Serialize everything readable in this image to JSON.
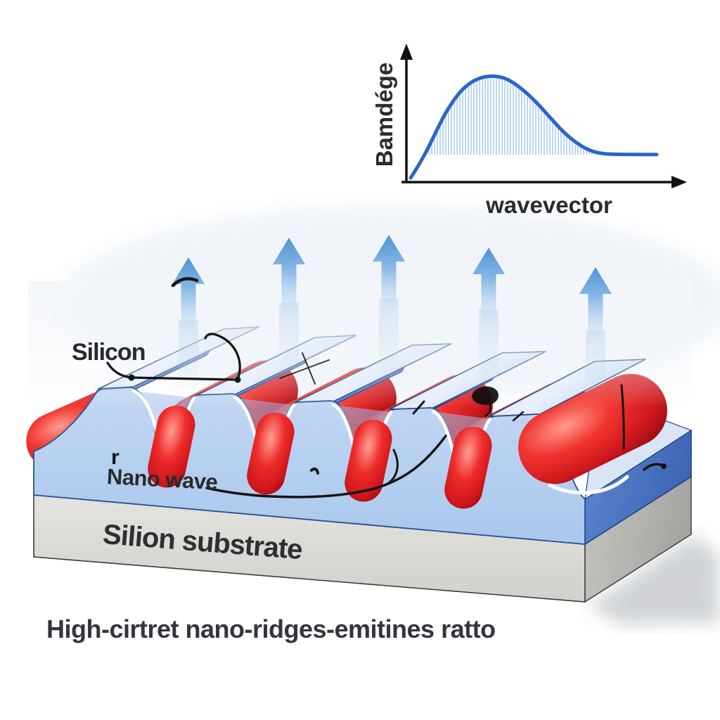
{
  "labels": {
    "silicon": "Silicon",
    "nano_wave": "Nano wave",
    "substrate": "Silion substrate",
    "caption": "High-cirtret nano-ridges-emitines ratto",
    "stray_r": "r"
  },
  "chart_data": {
    "type": "area",
    "title": "",
    "xlabel": "wavevector",
    "ylabel": "Bamdége",
    "x": [
      0,
      0.03,
      0.07,
      0.11,
      0.15,
      0.2,
      0.25,
      0.3,
      0.345,
      0.39,
      0.44,
      0.5,
      0.56,
      0.62,
      0.68,
      0.73,
      0.78,
      0.84,
      0.9,
      1.0
    ],
    "y": [
      0.02,
      0.13,
      0.3,
      0.5,
      0.68,
      0.85,
      0.95,
      0.995,
      1.0,
      0.975,
      0.9,
      0.775,
      0.62,
      0.46,
      0.345,
      0.28,
      0.252,
      0.246,
      0.245,
      0.245
    ],
    "baseline": 0.245,
    "x_range": [
      0,
      1
    ],
    "y_range": [
      0,
      1
    ],
    "grid": false,
    "legend": null,
    "curve_color": "#2a65c8",
    "hatch_color": "#bdd5ef",
    "axis_color": "#111111"
  },
  "scene": {
    "ridge_count": 5,
    "emitter_count": 5,
    "arrow_count": 5,
    "colors": {
      "slab_front": "#b7d1ef",
      "ridge_side_dark": "#3a66b8",
      "ridge_top": "#d7e4f6",
      "emitter_red": "#e01b1e",
      "substrate_gray": "#dadad6",
      "substrate_side_gray": "#aeaeaa",
      "arrow_blue": "#5b9fd8",
      "outline_blue": "#2a4f92"
    }
  }
}
